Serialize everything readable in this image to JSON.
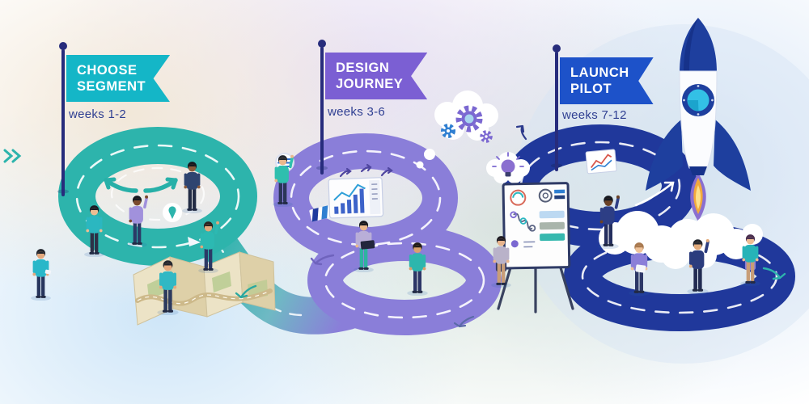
{
  "title": "Pilot program roadmap illustration",
  "phases": [
    {
      "name": "choose-segment",
      "title_line1": "CHOOSE",
      "title_line2": "SEGMENT",
      "weeks": "weeks 1-2",
      "flag_color": "#14b6c7",
      "road_color": "#2db4ac",
      "scene": "team around a folded map with decision arrows and location pin on a teal roundabout"
    },
    {
      "name": "design-journey",
      "title_line1": "DESIGN",
      "title_line2": "JOURNEY",
      "weeks": "weeks 3-6",
      "flag_color": "#7b5fd3",
      "road_color": "#8a7ed9",
      "scene": "team with laptop, bar-chart card and journey flipchart on a purple figure-eight road"
    },
    {
      "name": "launch-pilot",
      "title_line1": "LAUNCH",
      "title_line2": "PILOT",
      "weeks": "weeks 7-12",
      "flag_color": "#1d52c9",
      "road_color": "#20389b",
      "scene": "celebrating team beside a launching rocket on a navy figure-eight road"
    }
  ],
  "palette": {
    "flag_pole": "#272c7c",
    "weeks_text": "#2f3f92",
    "background_tints": [
      "#f2e7d7",
      "#e6def2",
      "#d6e3db",
      "#c9e3f7",
      "#d5e4f6"
    ],
    "rocket_blue": "#1e3f9e",
    "rocket_body": "#ffffff",
    "window_glass": "#36c2e6",
    "flame_outer": "#8a6fd0",
    "flame_inner": "#f2a93c",
    "gear_purple": "#7b68d1",
    "gear_blue": "#2f7fd1",
    "map_paper": "#e9dfc2",
    "people_teal": "#2bb7c0",
    "people_navy": "#2d3e85",
    "people_purple": "#8b7fd8"
  },
  "icons": {
    "flags": "flag-banner-icon",
    "location": "location-pin-icon",
    "decision": "left-right-arrows-icon",
    "map": "folded-map-icon",
    "research": "magnifier-icon",
    "analytics": "bar-chart-card-icon",
    "ideation": "thought-cloud-gears-icon",
    "idea": "thought-cloud-lightbulb-icon",
    "journey_board": "flipchart-easel-icon",
    "results": "trend-chart-card-icon",
    "launch": "rocket-icon"
  }
}
